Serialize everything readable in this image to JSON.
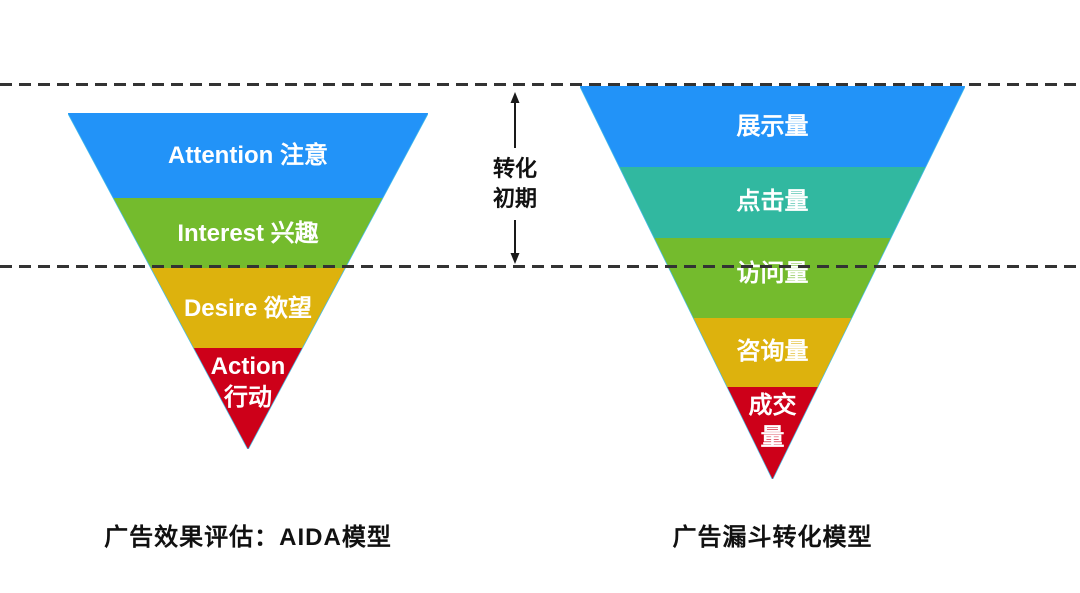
{
  "page": {
    "background": "#ffffff",
    "guide_color": "#333333",
    "funnel_text_color": "#ffffff"
  },
  "stage_annotation": {
    "line1": "转化",
    "line2": "初期",
    "arrow": "double-headed-vertical",
    "arrow_color": "#1a1a1a"
  },
  "left_funnel": {
    "caption": "广告效果评估：AIDA模型",
    "layers": [
      {
        "label": "Attention 注意",
        "color": "#2293f8"
      },
      {
        "label": "Interest 兴趣",
        "color": "#74bb2d"
      },
      {
        "label": "Desire 欲望",
        "color": "#ddb20d"
      },
      {
        "label": "Action",
        "label_line2": "行动",
        "color": "#cd0019"
      }
    ]
  },
  "right_funnel": {
    "caption": "广告漏斗转化模型",
    "layers": [
      {
        "label": "展示量",
        "color": "#2293f8"
      },
      {
        "label": "点击量",
        "color": "#31b8a0"
      },
      {
        "label": "访问量",
        "color": "#74bb2d"
      },
      {
        "label": "咨询量",
        "color": "#ddb20d"
      },
      {
        "label": "成交",
        "label_line2": "量",
        "color": "#cd0019"
      }
    ]
  }
}
